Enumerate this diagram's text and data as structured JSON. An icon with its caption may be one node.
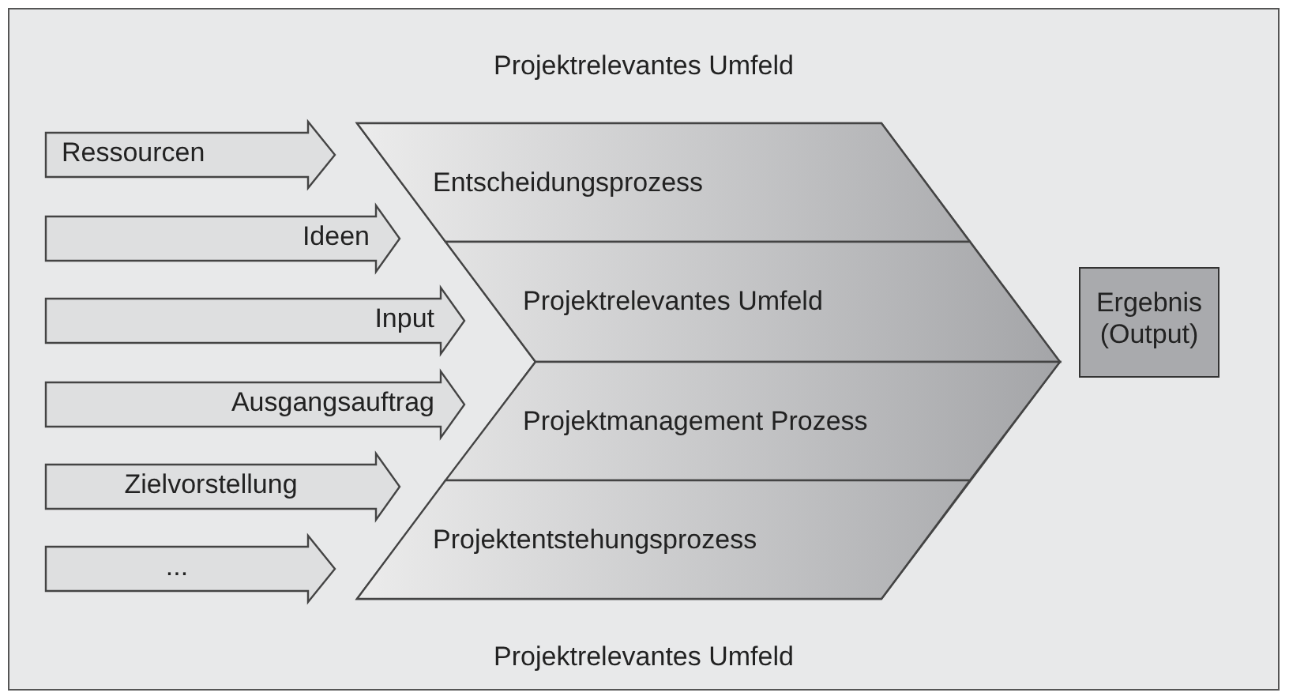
{
  "diagram": {
    "nodes": [
      {
        "text": [
          "Projektrelevantes Umfeld",
          "Projektrelevantes Umfeld"
        ]
      },
      {
        "text": [
          "Ressourcen"
        ],
        "in": 0
      },
      {
        "text": [
          "Ideen"
        ],
        "in": 0
      },
      {
        "text": [
          "Input"
        ],
        "in": 0
      },
      {
        "text": [
          "Ausgangsauftrag"
        ],
        "in": 0
      },
      {
        "text": [
          "Zielvorstellung"
        ],
        "in": 0
      },
      {
        "text": [
          "..."
        ],
        "in": 0
      },
      {
        "text": [],
        "shape": "chevron",
        "in": 0
      },
      {
        "text": [
          "Entscheidungsprozess"
        ],
        "in": 7
      },
      {
        "text": [
          "Projektrelevantes Umfeld"
        ],
        "in": 7
      },
      {
        "text": [
          "Projektmanagement Prozess"
        ],
        "in": 7
      },
      {
        "text": [
          "Projektentstehungsprozess"
        ],
        "in": 7
      },
      {
        "text": [
          "Ergebnis (Output)"
        ],
        "in": 0
      }
    ]
  }
}
